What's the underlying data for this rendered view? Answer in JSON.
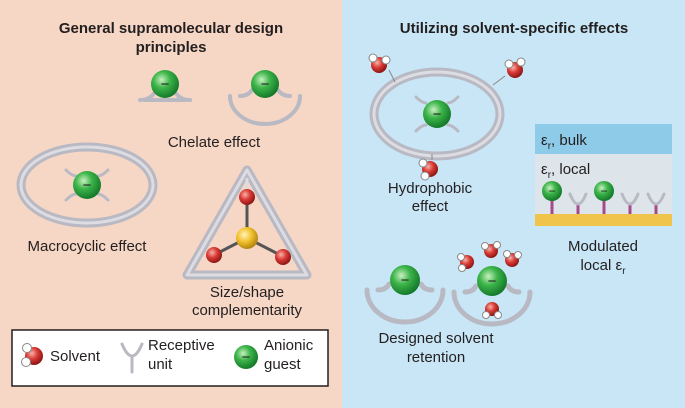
{
  "left_panel": {
    "title_line1": "General supramolecular design",
    "title_line2": "principles",
    "chelate_label": "Chelate effect",
    "macrocyclic_label": "Macrocyclic effect",
    "size_shape_line1": "Size/shape",
    "size_shape_line2": "complementarity",
    "background": "#f6d6c4"
  },
  "right_panel": {
    "title": "Utilizing solvent-specific effects",
    "hydrophobic_line1": "Hydrophobic",
    "hydrophobic_line2": "effect",
    "retention_line1": "Designed solvent",
    "retention_line2": "retention",
    "bulk_label": "ε",
    "bulk_sub": "r",
    "bulk_suffix": ", bulk",
    "local_label": "ε",
    "local_sub": "r",
    "local_suffix": ", local",
    "modulated_line1": "Modulated",
    "modulated_line2": "local ε",
    "modulated_sub": "r",
    "background": "#c8e6f5"
  },
  "legend": {
    "solvent": "Solvent",
    "receptive_line1": "Receptive",
    "receptive_line2": "unit",
    "anionic_line1": "Anionic",
    "anionic_line2": "guest"
  },
  "anion_sign": "−",
  "colors": {
    "anion": "#3db54a",
    "oxygen": "#d93a35",
    "receptor": "#b9b9c4",
    "center": "#f2c230",
    "bulk_layer": "#8ecbe9",
    "local_layer": "#dde4ea",
    "surface": "#f0c44a",
    "linker": "#a64a8c"
  }
}
